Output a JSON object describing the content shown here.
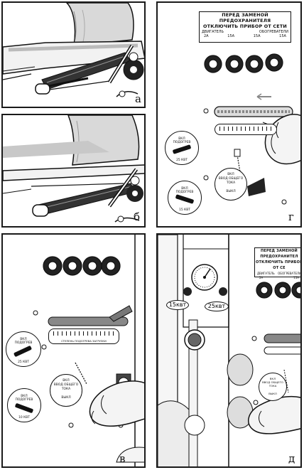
{
  "panels": {
    "a": {
      "letter": "а"
    },
    "b": {
      "letter": "б"
    },
    "v": {
      "letter": "в",
      "dial1": {
        "line1": "ВКЛ",
        "line2": "ПОДОГРЕВ",
        "value": "25 КВТ"
      },
      "dial2": {
        "line1": "ВКЛ",
        "line2": "ПОДОГРЕВ",
        "value": "10 КВТ"
      },
      "dial3": {
        "line1": "ВКЛ",
        "line2": "ВВОД ОБЩЕГО",
        "line3": "ТОКА",
        "line4": "ВЫКЛ"
      },
      "scale_text": "СТЕПЕНЬ ПОДОГРЕВА ЗАГРУЗКИ"
    },
    "g": {
      "letter": "г",
      "plate": {
        "line1": "ПЕРЕД ЗАМЕНОЙ ПРЕДОХРАНИТЕЛЯ",
        "line2": "ОТКЛЮЧИТЬ ПРИБОР ОТ СЕТИ",
        "col1": "ДВИГАТЕЛЬ",
        "col2": "ОБОГРЕВАТЕЛИ",
        "v1": "2А",
        "v2": "15А",
        "v3": "15А",
        "v4": "15А"
      },
      "dial1": {
        "line1": "ВКЛ",
        "line2": "ПОДОГРЕВ",
        "value": "25 КВТ"
      },
      "dial2": {
        "line1": "ВКЛ",
        "line2": "ПОДОГРЕВ",
        "value": "15 КВТ"
      },
      "dial3": {
        "line1": "ВКЛ",
        "line2": "ВВОД ОБЩЕГО",
        "line3": "ТОКА",
        "line4": "ВЫКЛ"
      }
    },
    "d": {
      "letter": "д",
      "tag1": "15квт",
      "tag2": "25квт",
      "plate": {
        "line1": "ПЕРЕД ЗАМЕНОЙ ПРЕДОХРАНИТЕЛ",
        "line2": "ОТКЛЮЧИТЬ ПРИБОР ОТ СЕ",
        "col1": "ДВИГАТЕЛЬ",
        "col2": "ОБОГРЕВАТЕЛИ",
        "v1": "2А",
        "v2": "15А"
      },
      "dial3": {
        "line1": "ВКЛ",
        "line2": "ВВОД ОБЩЕГО",
        "line3": "ТОКА",
        "line4": "ВЫКЛ"
      }
    }
  }
}
